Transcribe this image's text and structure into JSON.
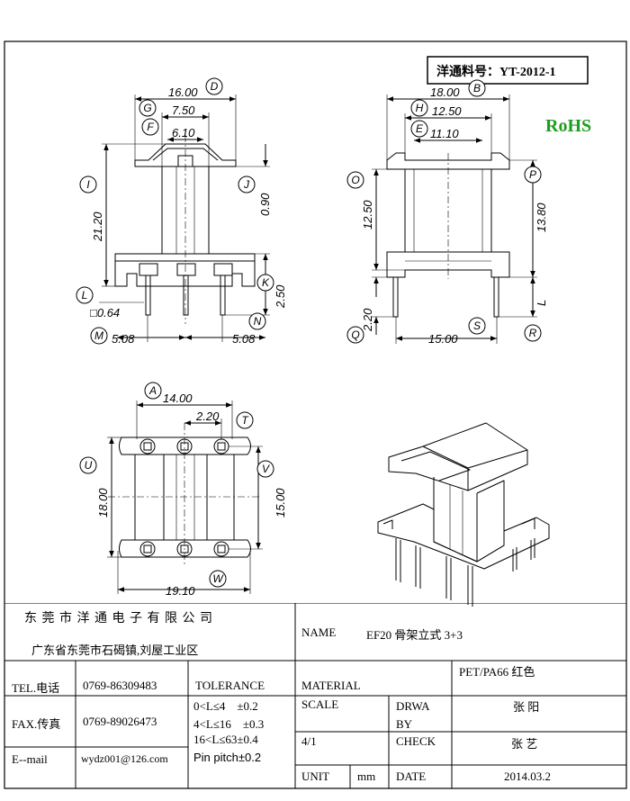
{
  "part_number_label": "洋通料号：YT-2012-1",
  "rohs": "RoHS",
  "colors": {
    "rohs": "#1e9e1e",
    "line": "#000000"
  },
  "front_view": {
    "dims": {
      "D": "16.00",
      "G": "7.50",
      "F": "6.10",
      "I": "21.20",
      "J": "0.90",
      "K": "2.50",
      "L": "□0.64",
      "M": "5.08",
      "N": "5.08"
    },
    "circle_labels": [
      "D",
      "G",
      "F",
      "I",
      "J",
      "K",
      "L",
      "M",
      "N"
    ]
  },
  "side_view": {
    "dims": {
      "B": "18.00",
      "H": "12.50",
      "E": "11.10",
      "O": "12.50",
      "P": "13.80",
      "Q": "2.20",
      "S": "15.00",
      "R": "L"
    },
    "circle_labels": [
      "B",
      "H",
      "E",
      "O",
      "P",
      "Q",
      "S",
      "R"
    ]
  },
  "bottom_view": {
    "dims": {
      "A": "14.00",
      "T": "2.20",
      "U": "18.00",
      "V": "15.00",
      "W": "19.10"
    },
    "circle_labels": [
      "A",
      "T",
      "U",
      "V",
      "W"
    ]
  },
  "title_block": {
    "company": "东 莞 市 洋 通 电 子 有 限 公 司",
    "address": "广东省东莞市石碣镇,刘屋工业区",
    "name_label": "NAME",
    "name_value": "EF20 骨架立式 3+3",
    "tel_label": "TEL.电话",
    "tel_value": "0769-86309483",
    "fax_label": "FAX.传真",
    "fax_value": "0769-89026473",
    "email_label": "E--mail",
    "email_value": "wydz001@126.com",
    "tolerance_label": "TOLERANCE",
    "tolerances": [
      "0<L≤4　±0.2",
      "4<L≤16　±0.3",
      "16<L≤63±0.4",
      "Pin pitch±0.2"
    ],
    "material_label": "MATERIAL",
    "material_value": "PET/PA66 红色",
    "scale_label": "SCALE",
    "scale_value": "4/1",
    "drawn_label": "DRWA BY",
    "drawn_value": "张 阳",
    "check_label": "CHECK",
    "check_value": "张 艺",
    "unit_label": "UNIT",
    "unit_value": "mm",
    "date_label": "DATE",
    "date_value": "2014.03.2"
  }
}
